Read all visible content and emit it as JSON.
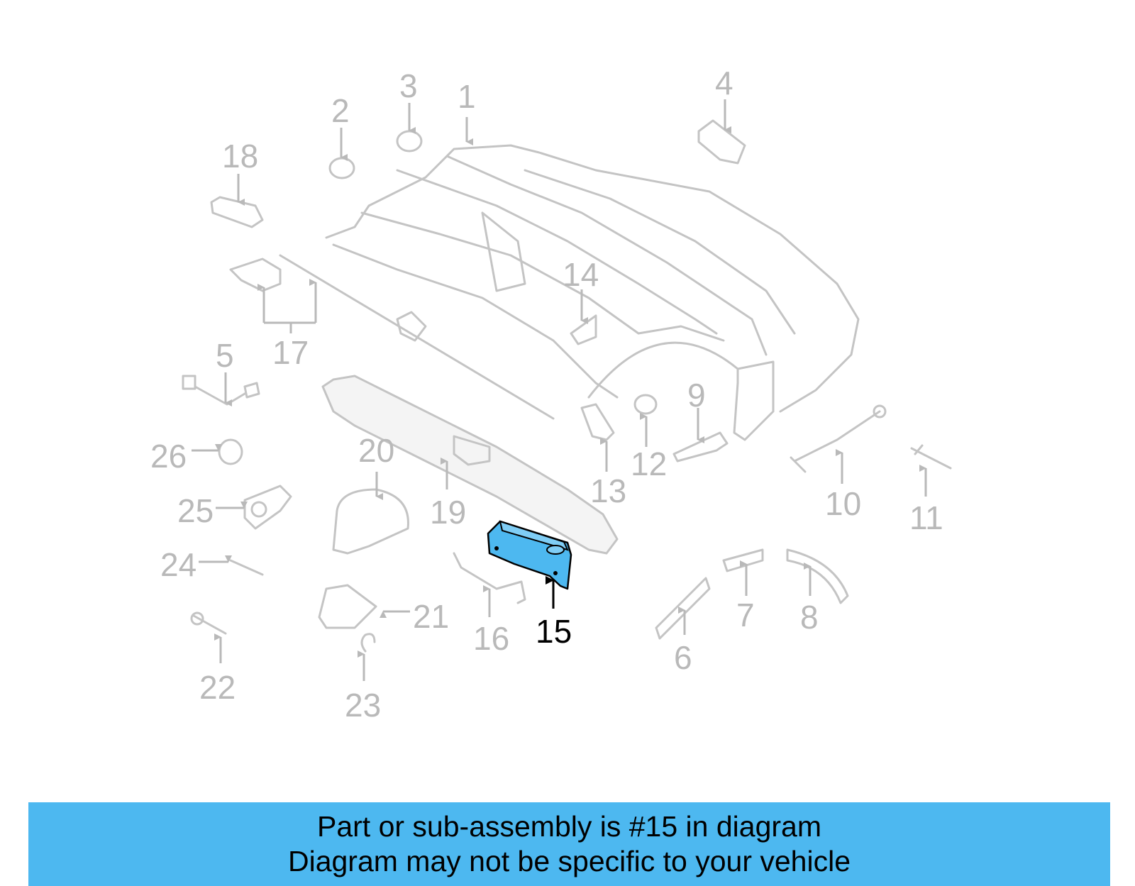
{
  "diagram": {
    "highlighted_part": "15",
    "highlight_color": "#4db8f0",
    "callouts": [
      "1",
      "2",
      "3",
      "4",
      "5",
      "6",
      "7",
      "8",
      "9",
      "10",
      "11",
      "12",
      "13",
      "14",
      "15",
      "16",
      "17",
      "18",
      "19",
      "20",
      "21",
      "22",
      "23",
      "24",
      "25",
      "26"
    ]
  },
  "caption": {
    "line1": "Part or sub-assembly is #15 in diagram",
    "line2": "Diagram may not be specific to your vehicle"
  }
}
